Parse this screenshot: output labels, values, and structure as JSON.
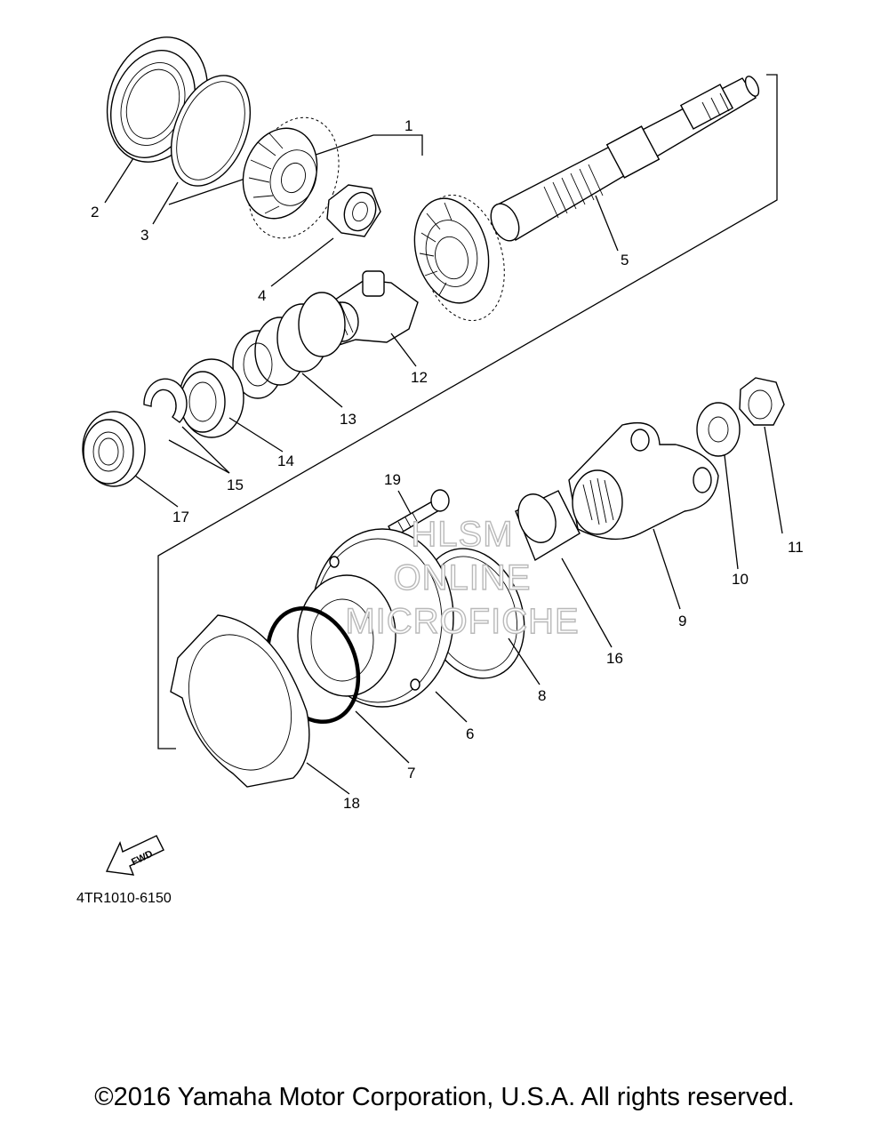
{
  "callouts": {
    "c1": "1",
    "c2": "2",
    "c3": "3",
    "c4": "4",
    "c5": "5",
    "c6": "6",
    "c7": "7",
    "c8": "8",
    "c9": "9",
    "c10": "10",
    "c11": "11",
    "c12": "12",
    "c13": "13",
    "c14": "14",
    "c15": "15",
    "c16": "16",
    "c17": "17",
    "c18": "18",
    "c19": "19"
  },
  "direction_label": "FWD",
  "drawing_code": "4TR1010-6150",
  "watermark": {
    "line1": "HLSM",
    "line2": "ONLINE",
    "line3": "MICROFICHE"
  },
  "copyright": "©2016 Yamaha Motor Corporation, U.S.A. All rights reserved."
}
